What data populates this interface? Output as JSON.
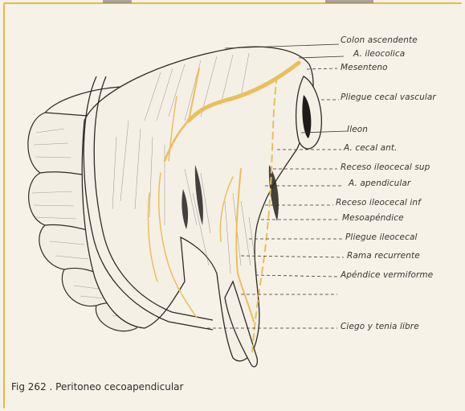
{
  "figure": {
    "caption": "Fig 262 . Peritoneo cecoapendicular"
  },
  "labels": [
    "Colon ascendente",
    "A. ileocolica",
    "Mesenteno",
    "Pliegue cecal vascular",
    "Ileon",
    "A. cecal ant.",
    "Receso ileocecal sup",
    "A. apendicular",
    "Receso ileocecal inf",
    "Mesoapéndice",
    "Pliegue ileocecal",
    "Rama recurrente",
    "Apéndice vermiforme",
    "Ciego y tenia libre"
  ],
  "colors": {
    "artery": "#e9bf5c",
    "ink": "#2e2a27",
    "frame": "#e8b845",
    "paper": "#f7f2e8"
  }
}
